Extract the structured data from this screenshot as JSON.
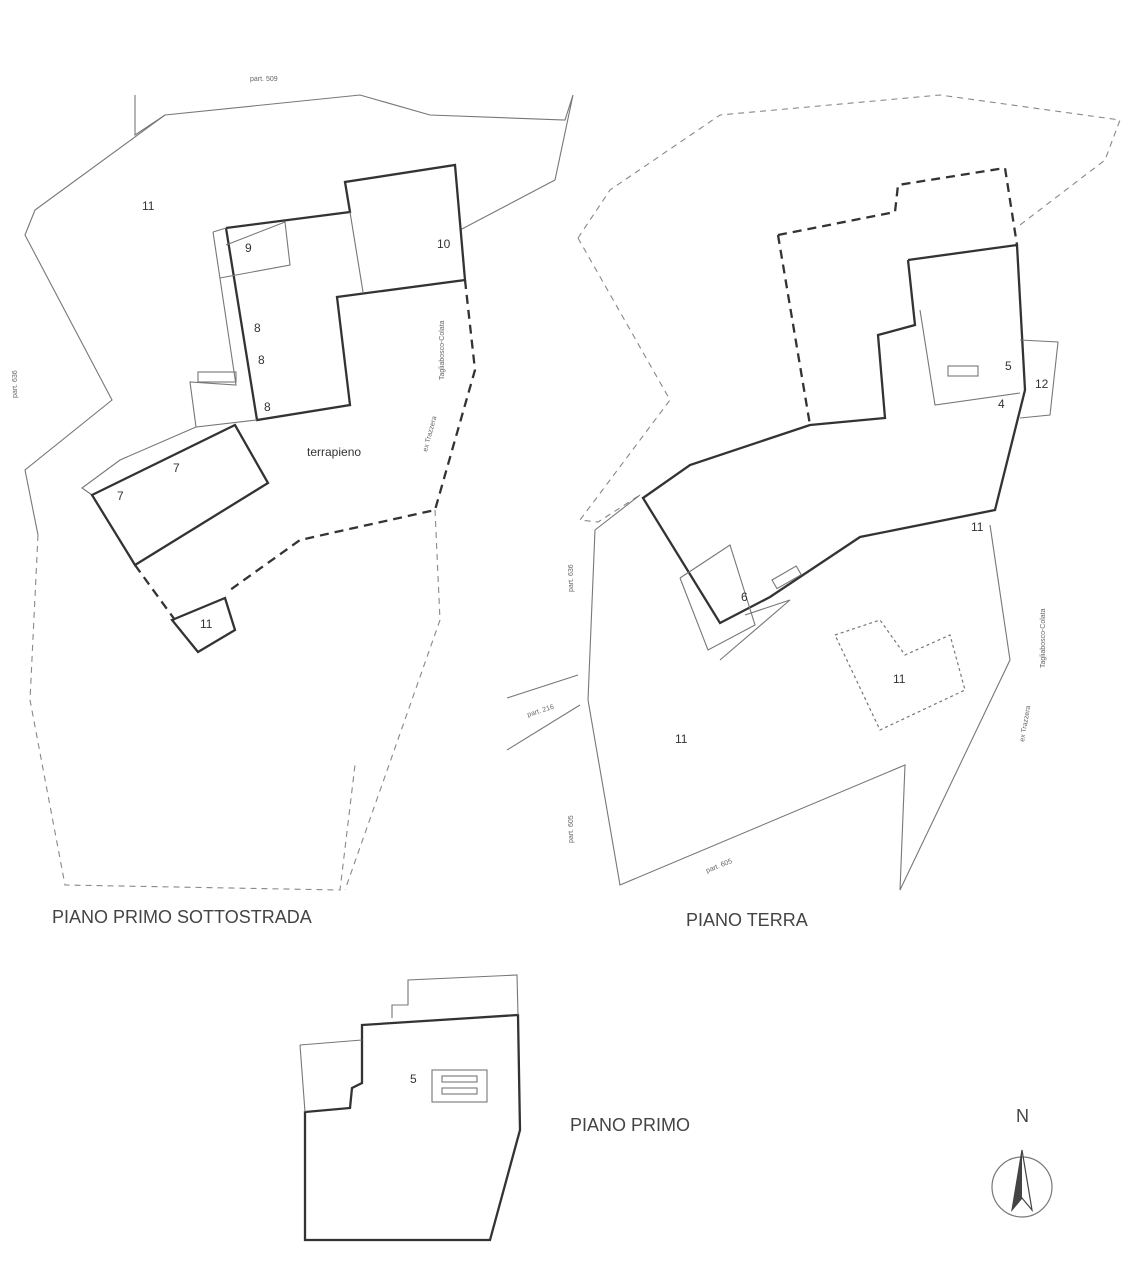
{
  "plans": {
    "basement": {
      "title": "PIANO PRIMO SOTTOSTRADA",
      "labels": {
        "area_11": "11",
        "room_9": "9",
        "room_10": "10",
        "room_8a": "8",
        "room_8b": "8",
        "room_8c": "8",
        "room_7a": "7",
        "room_7b": "7",
        "room_11": "11",
        "terrapieno": "terrapieno"
      }
    },
    "ground": {
      "title": "PIANO TERRA",
      "labels": {
        "room_5": "5",
        "room_12": "12",
        "room_4": "4",
        "room_11_east": "11",
        "room_6": "6",
        "area_11_dotted": "11",
        "area_11": "11"
      }
    },
    "first": {
      "title": "PIANO PRIMO",
      "labels": {
        "room_5": "5"
      }
    }
  },
  "parcels": {
    "top": "part. 509",
    "left": "part. 636",
    "mid": "part. 636",
    "p216": "part. 216",
    "p605_left": "part. 605",
    "p605_bottom": "part. 605"
  },
  "roads": {
    "road1_a": "Tagliabosco-Colata",
    "road1_b": "ex Trazzera",
    "road2_a": "Tagliabosco-Colata",
    "road2_b": "ex Trazzera"
  },
  "compass": {
    "label": "N",
    "icon": "north-arrow-icon"
  }
}
